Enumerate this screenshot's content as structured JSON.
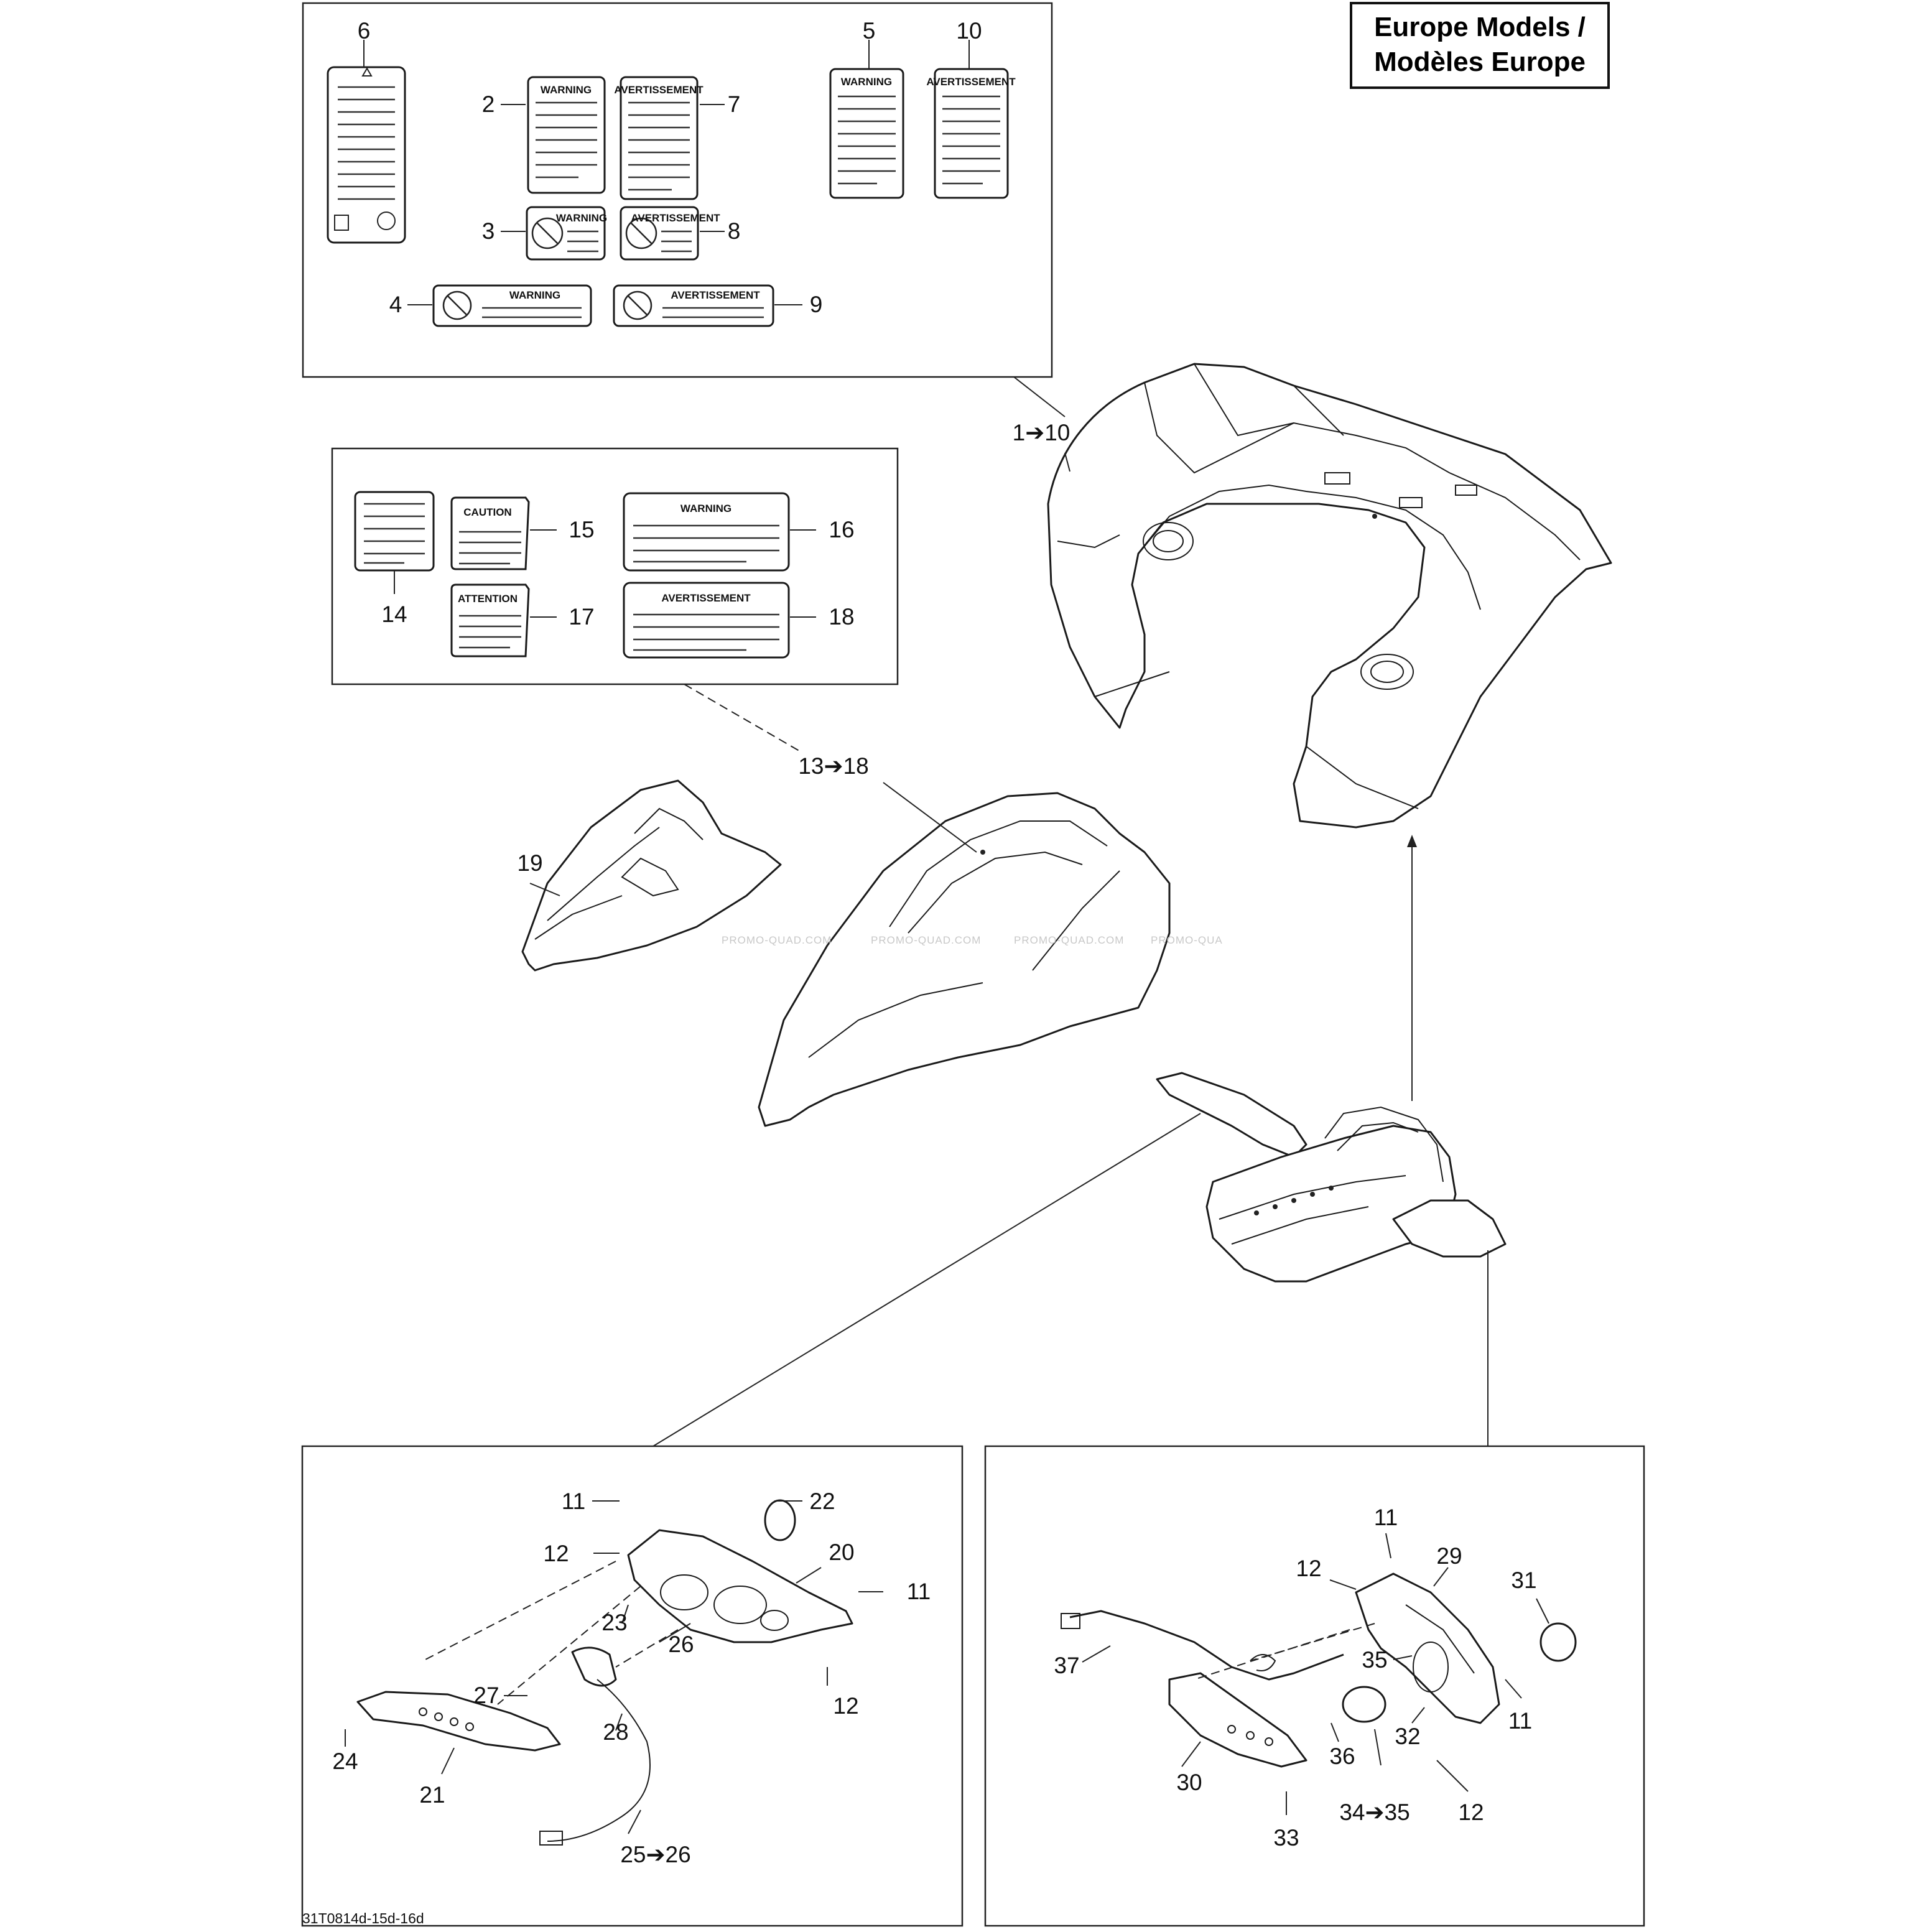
{
  "title": {
    "line1": "Europe Models /",
    "line2": "Modèles Europe"
  },
  "diagram_code": "31T0814d-15d-16d",
  "watermarks": [
    "PROMO-QUAD.COM",
    "PROMO-QUAD.COM",
    "PROMO-QUAD.COM",
    "PROMO-QUA"
  ],
  "decal_titles": {
    "warning": "WARNING",
    "avertissement": "AVERTISSEMENT",
    "caution": "CAUTION",
    "attention": "ATTENTION"
  },
  "callouts": {
    "c1_10": "1➔10",
    "c2": "2",
    "c3": "3",
    "c4": "4",
    "c5": "5",
    "c6": "6",
    "c7": "7",
    "c8": "8",
    "c9": "9",
    "c10": "10",
    "c13_18": "13➔18",
    "c14": "14",
    "c15": "15",
    "c16": "16",
    "c17": "17",
    "c18": "18",
    "c19": "19",
    "left_panel": {
      "c11a": "11",
      "c22": "22",
      "c12a": "12",
      "c20": "20",
      "c11b": "11",
      "c23": "23",
      "c26": "26",
      "c12b": "12",
      "c27": "27",
      "c24": "24",
      "c28": "28",
      "c21": "21",
      "c25_26": "25➔26"
    },
    "right_panel": {
      "c11a": "11",
      "c29": "29",
      "c31": "31",
      "c12a": "12",
      "c37": "37",
      "c35": "35",
      "c11b": "11",
      "c32": "32",
      "c36": "36",
      "c30": "30",
      "c34_35": "34➔35",
      "c12b": "12",
      "c33": "33"
    }
  }
}
